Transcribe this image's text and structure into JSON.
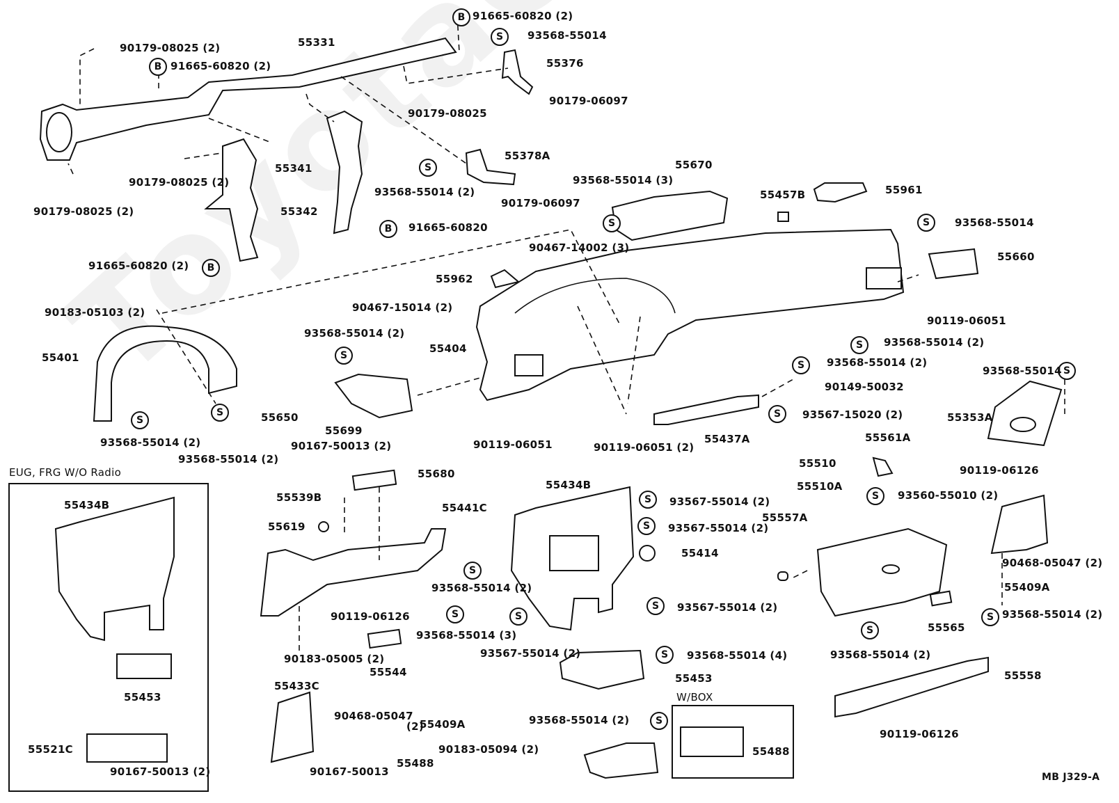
{
  "diagram": {
    "watermark": "ToyotaCarline.ru",
    "code": "MB J329-A",
    "inset_boxes": {
      "eug_frg": "EUG, FRG W/O Radio",
      "w_box": "W/BOX"
    },
    "badges": {
      "bolt": "B",
      "screw": "S"
    },
    "labels": {
      "p55331": "55331",
      "p90179_08025_2_top": "90179-08025 (2)",
      "p91665_60820_2_left": "91665-60820 (2)",
      "p91665_60820_2_top": "91665-60820 (2)",
      "p93568_55014_top": "93568-55014",
      "p55376": "55376",
      "p90179_06097_a": "90179-06097",
      "p90179_08025_mid": "90179-08025",
      "p55341": "55341",
      "p90179_08025_2_mid": "90179-08025 (2)",
      "p90179_08025_2_bottom": "90179-08025 (2)",
      "p55342": "55342",
      "p55378A": "55378A",
      "p93568_55014_2_a": "93568-55014 (2)",
      "p90179_06097_b": "90179-06097",
      "p91665_60820": "91665-60820",
      "p91665_60820_2_b": "91665-60820 (2)",
      "p55670": "55670",
      "p93568_55014_3": "93568-55014 (3)",
      "p55457B": "55457B",
      "p55961": "55961",
      "p93568_55014_right": "93568-55014",
      "p55660": "55660",
      "p90467_14002_3": "90467-14002 (3)",
      "p55962": "55962",
      "p90467_15014_2": "90467-15014 (2)",
      "p90119_06051_right": "90119-06051",
      "p93568_55014_2_b": "93568-55014 (2)",
      "p93568_55014_2_c": "93568-55014 (2)",
      "p90149_50032": "90149-50032",
      "p93567_15020_2": "93567-15020 (2)",
      "p90183_05103_2": "90183-05103 (2)",
      "p55401": "55401",
      "p93568_55014_2_d": "93568-55014 (2)",
      "p93568_55014_2_e": "93568-55014 (2)",
      "p93568_55014_2_f": "93568-55014 (2)",
      "p55404": "55404",
      "p55650": "55650",
      "p55699": "55699",
      "p90119_06051_a": "90119-06051",
      "p90119_06051_2": "90119-06051 (2)",
      "p55437A": "55437A",
      "p93568_55014_g": "93568-55014",
      "p55353A": "55353A",
      "p90119_06126_a": "90119-06126",
      "p55561A": "55561A",
      "p93560_55010_2": "93560-55010 (2)",
      "p90167_50013_2_a": "90167-50013 (2)",
      "p55680": "55680",
      "p55539B": "55539B",
      "p55619": "55619",
      "p55441C": "55441C",
      "p93568_55014_2_h": "93568-55014 (2)",
      "p93568_55014_3_b": "93568-55014 (3)",
      "p90119_06126_b": "90119-06126",
      "p90183_05005_2": "90183-05005 (2)",
      "p55544": "55544",
      "p55433C": "55433C",
      "p55434B": "55434B",
      "p93567_55014_2_a": "93567-55014 (2)",
      "p93567_55014_2_b": "93567-55014 (2)",
      "p55414": "55414",
      "p93567_55014_2_c": "93567-55014 (2)",
      "p93567_55014_2_d": "93567-55014 (2)",
      "p93568_55014_4": "93568-55014 (4)",
      "p55453": "55453",
      "p55510": "55510",
      "p55510A": "55510A",
      "p55557A": "55557A",
      "p55565": "55565",
      "p93568_55014_2_i": "93568-55014 (2)",
      "p90468_05047_2_right": "90468-05047 (2)",
      "p55409A_right": "55409A",
      "p93568_55014_2_j": "93568-55014 (2)",
      "p55558": "55558",
      "p90119_06126_c": "90119-06126",
      "p90468_05047_left": "90468-05047",
      "p_qty_2": "(2)",
      "p55409A_left": "55409A",
      "p90167_50013": "90167-50013",
      "p93568_55014_2_k": "93568-55014 (2)",
      "p90183_05094_2": "90183-05094 (2)",
      "p55488": "55488",
      "p55488_box": "55488",
      "inset_55434B": "55434B",
      "inset_55453": "55453",
      "inset_55521C": "55521C",
      "inset_90167_50013_2": "90167-50013 (2)"
    }
  }
}
